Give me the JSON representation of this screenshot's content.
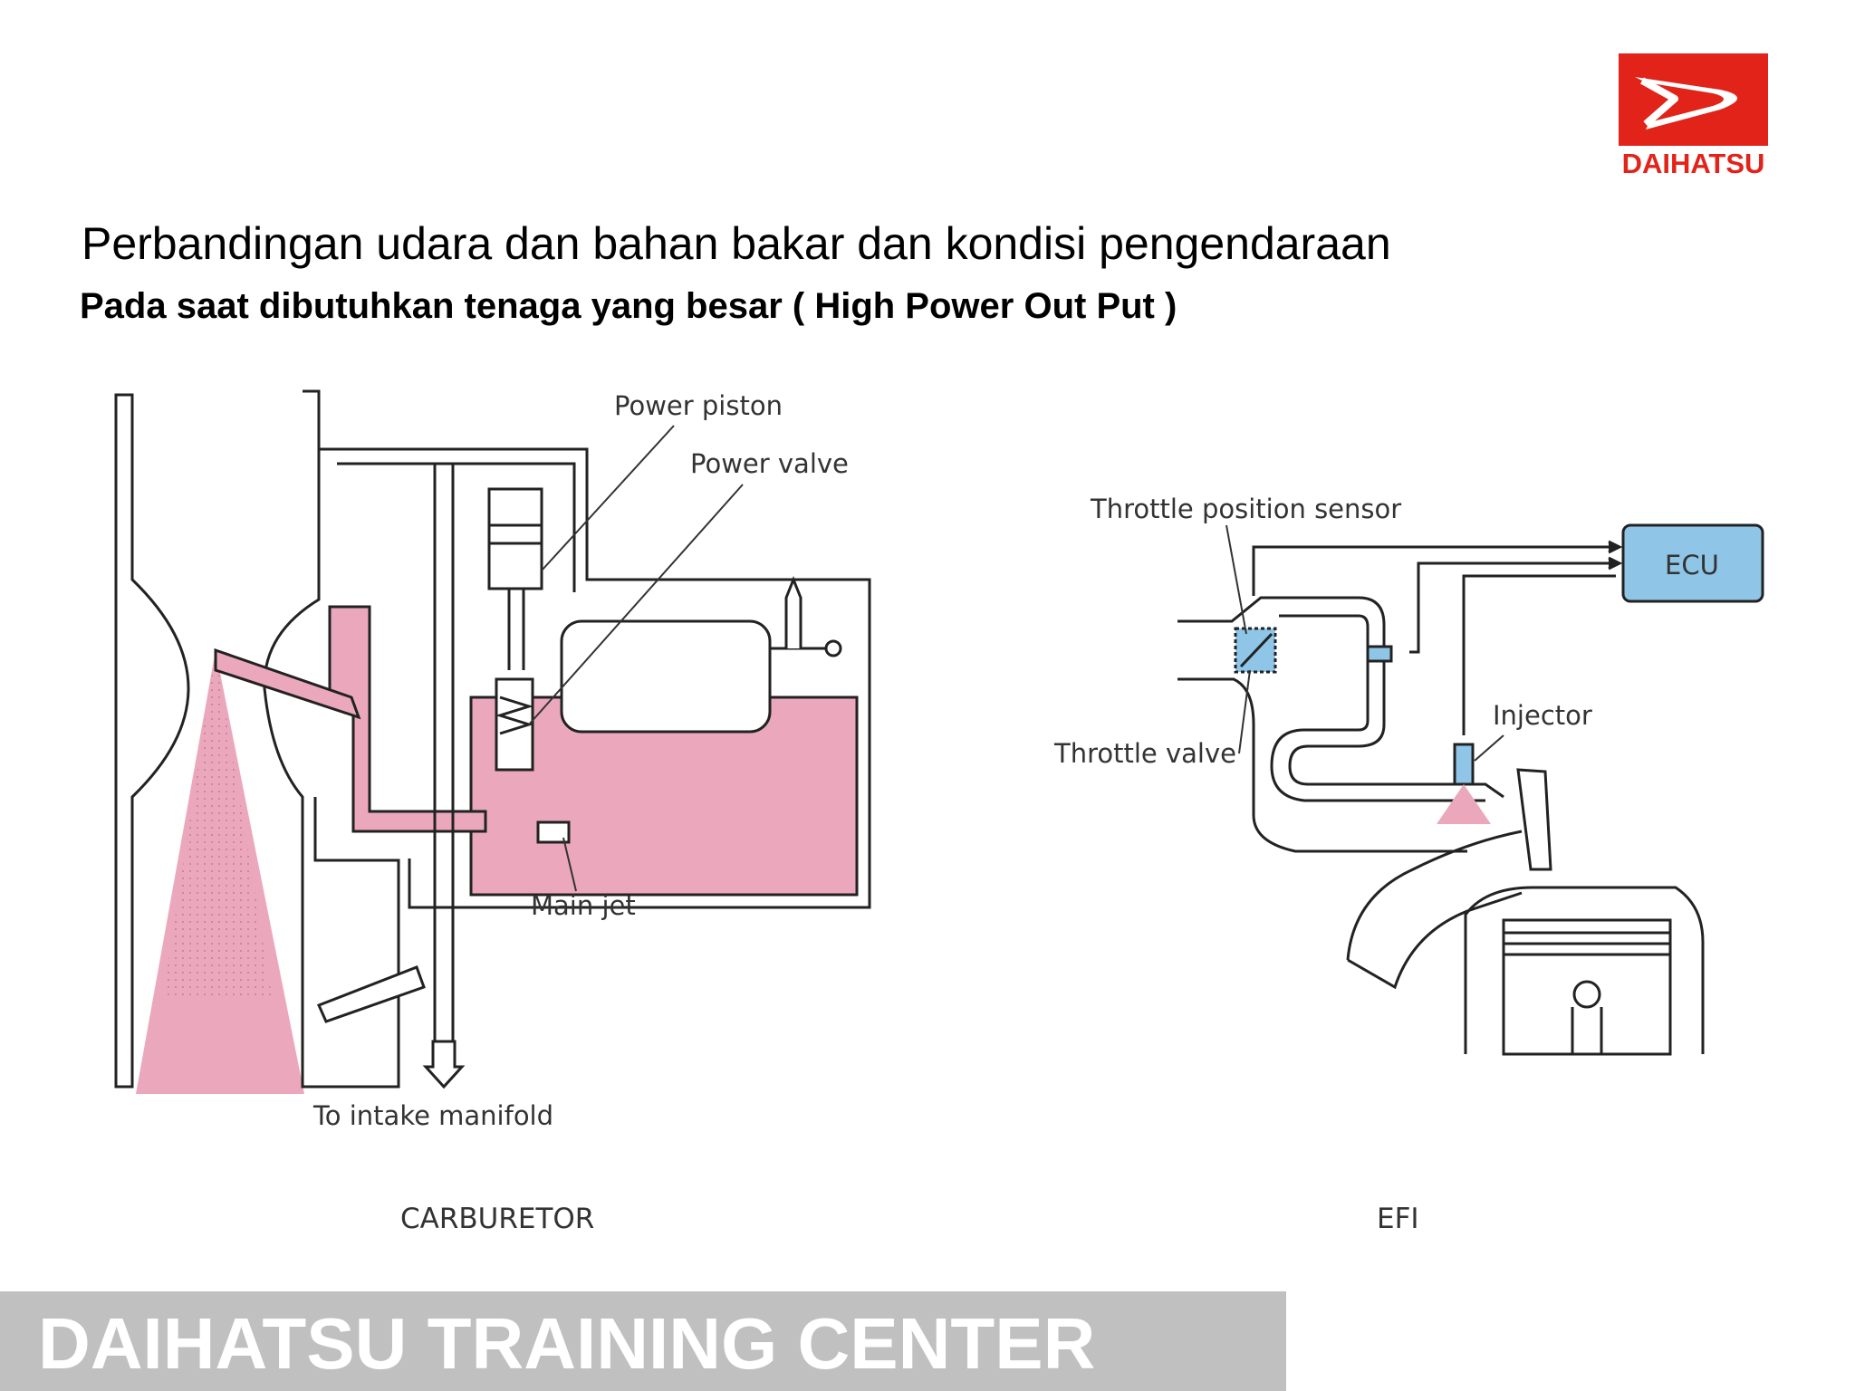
{
  "slide": {
    "title": "Perbandingan udara dan bahan bakar dan kondisi pengendaraan",
    "subtitle": "Pada saat dibutuhkan tenaga yang besar ( High Power Out Put )"
  },
  "logo": {
    "name": "DAIHATSU"
  },
  "carburetor": {
    "caption": "CARBURETOR",
    "labels": {
      "power_piston": "Power piston",
      "power_valve": "Power valve",
      "main_jet": "Main jet",
      "intake_manifold": "To intake manifold"
    }
  },
  "efi": {
    "caption": "EFI",
    "labels": {
      "throttle_position_sensor": "Throttle position sensor",
      "ecu": "ECU",
      "injector": "Injector",
      "throttle_valve": "Throttle valve"
    }
  },
  "footer": {
    "text": "DAIHATSU TRAINING CENTER"
  },
  "colors": {
    "fuel_pink": "#eba8bd",
    "brand_red": "#e2231a",
    "ecu_blue": "#8fc5e6",
    "footer_gray": "#c0c0c0"
  }
}
